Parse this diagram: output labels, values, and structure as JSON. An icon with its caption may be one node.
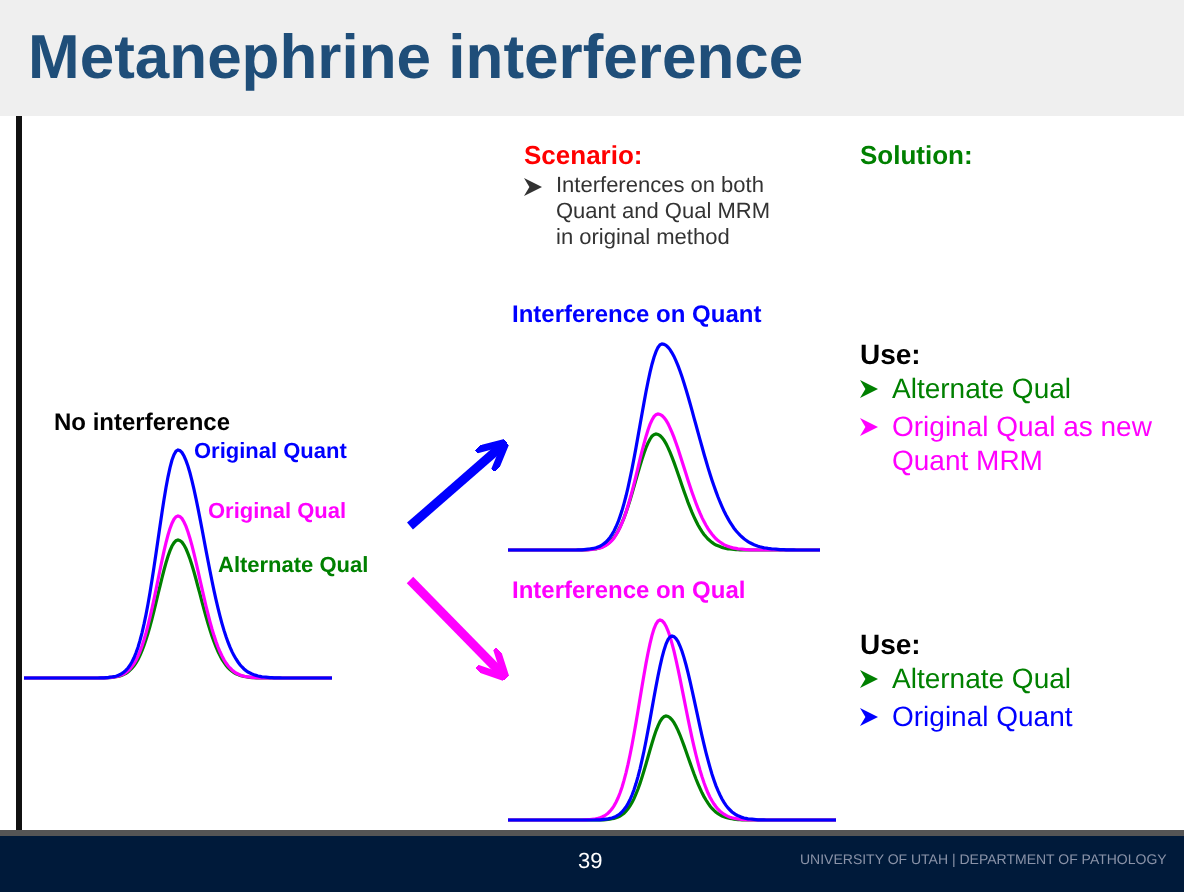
{
  "diagram": {
    "title": "Metanephrine interference",
    "nodes": [
      {
        "text": [
          "No interference",
          "Original Quant",
          "Original Qual",
          "Alternate Qual"
        ]
      },
      {
        "text": [
          "Interference on Quant"
        ]
      },
      {
        "text": [
          "Interference on Qual"
        ]
      }
    ],
    "edges": [
      {
        "from": 0,
        "to": 1,
        "arrow": "to",
        "color": "#0000ff"
      },
      {
        "from": 0,
        "to": 2,
        "arrow": "to",
        "color": "#ff00ff"
      }
    ],
    "labels": [
      "Scenario:",
      "Interferences on both Quant and Qual MRM in original method",
      "Solution:",
      "Use:",
      "Alternate Qual",
      "Original Qual as new Quant MRM",
      "Use:",
      "Alternate Qual",
      "Original Quant",
      "39",
      "UNIVERSITY OF UTAH | DEPARTMENT OF PATHOLOGY"
    ]
  }
}
